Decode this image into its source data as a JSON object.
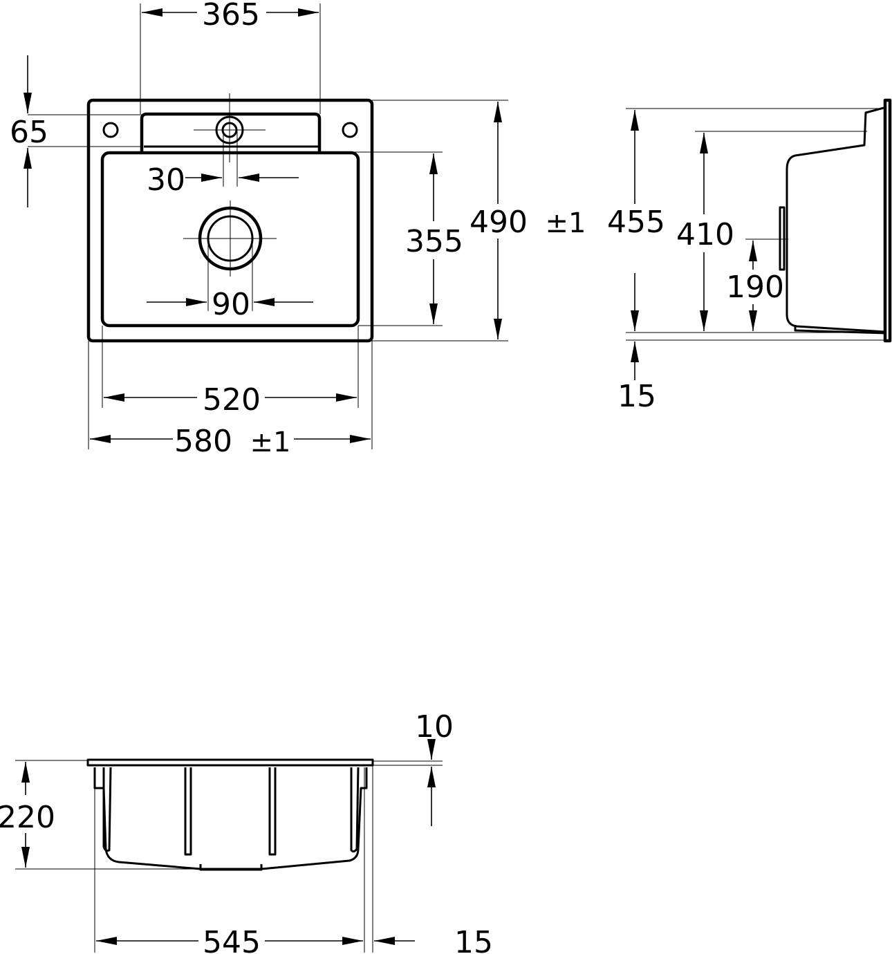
{
  "plan_view": {
    "width_overall": "365",
    "depth_overall": "65",
    "tap_hole": "30",
    "waste": "90",
    "bowl_depth": "355",
    "total_depth": "490",
    "total_depth_tol": "±1",
    "bowl_width": "520",
    "total_width": "580",
    "total_width_tol": "±1"
  },
  "side_view": {
    "height_a": "455",
    "height_b": "410",
    "height_c": "190",
    "rim": "15"
  },
  "section_view": {
    "rim": "10",
    "depth": "220",
    "width": "545",
    "offset": "15"
  }
}
